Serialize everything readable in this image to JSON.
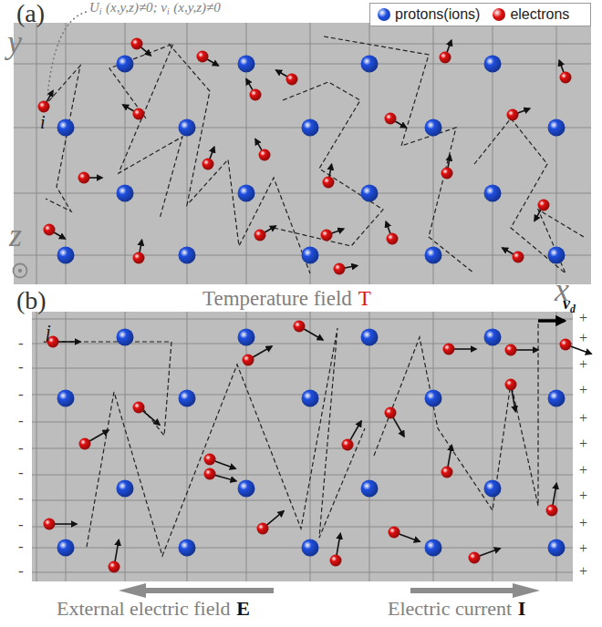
{
  "diagram": {
    "labels": [
      "U",
      "i",
      "(x,y,z)≠0; v",
      "i",
      "(x,y,z)≠0",
      "(a)",
      "y",
      "i",
      "z",
      "x",
      "Temperature field",
      "T",
      "(b)",
      "j",
      "v",
      "d",
      "-",
      "-",
      "-",
      "-",
      "-",
      "-",
      "-",
      "-",
      "-",
      "-",
      "+",
      "+",
      "+",
      "+",
      "+",
      "+",
      "+",
      "+",
      "+",
      "+",
      "+",
      "External electric field",
      "E",
      "Electric current",
      "I"
    ],
    "legend": [
      {
        "text": "protons(ions)",
        "color": "#1f4fe0"
      },
      {
        "text": "electrons",
        "color": "#e01010"
      }
    ]
  }
}
